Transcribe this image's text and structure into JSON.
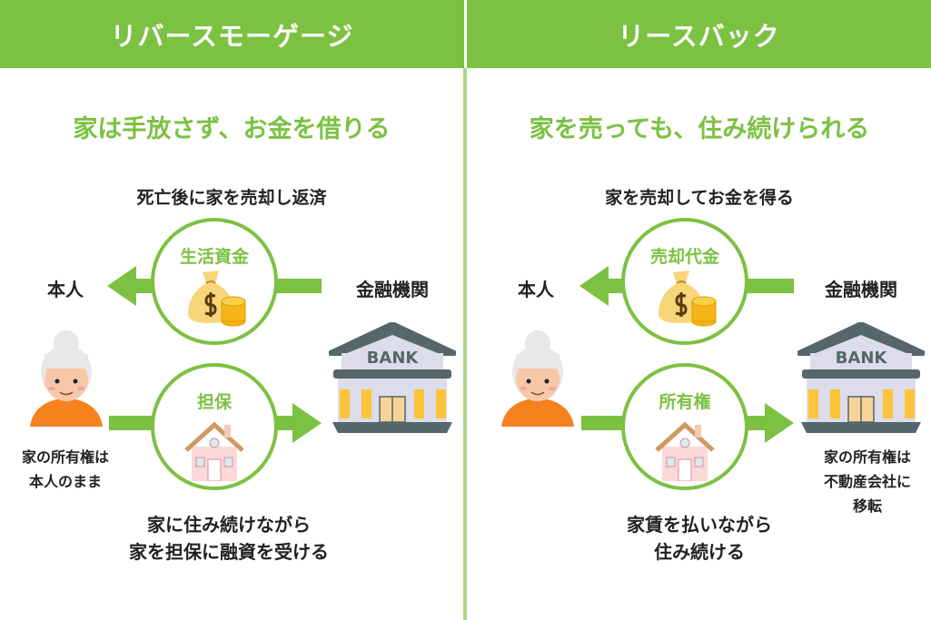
{
  "colors": {
    "green": "#7cc142",
    "divider": "#a9d58b"
  },
  "left": {
    "header": "リバースモーゲージ",
    "subtitle": "家は手放さず、お金を借りる",
    "caption": "死亡後に家を売却し返済",
    "top_circle_label": "生活資金",
    "bottom_circle_label": "担保",
    "person": "本人",
    "institution": "金融機関",
    "bank_sign": "BANK",
    "ownership": [
      "家の所有権は",
      "本人のまま"
    ],
    "bottom_text": [
      "家に住み続けながら",
      "家を担保に融資を受ける"
    ]
  },
  "right": {
    "header": "リースバック",
    "subtitle": "家を売っても、住み続けられる",
    "caption": "家を売却してお金を得る",
    "top_circle_label": "売却代金",
    "bottom_circle_label": "所有権",
    "person": "本人",
    "institution": "金融機関",
    "bank_sign": "BANK",
    "ownership": [
      "家の所有権は",
      "不動産会社に",
      "移転"
    ],
    "bottom_text": [
      "家賃を払いながら",
      "住み続ける"
    ]
  }
}
